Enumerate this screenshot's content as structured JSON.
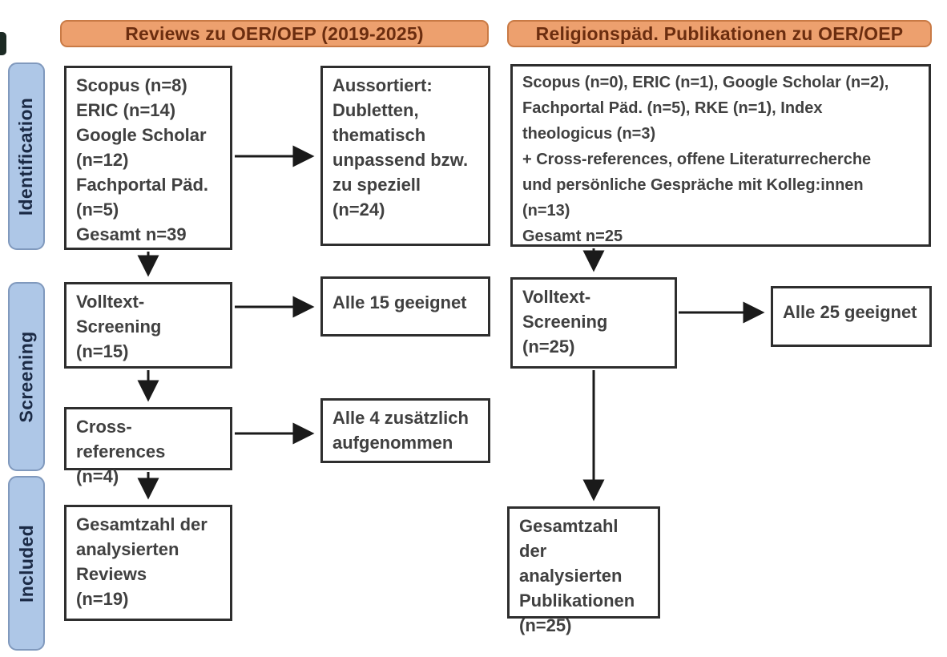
{
  "headers": {
    "left": "Reviews zu OER/OEP (2019-2025)",
    "right": "Religionspäd. Publikationen zu OER/OEP"
  },
  "stages": {
    "identification": "Identification",
    "screening": "Screening",
    "included": "Included"
  },
  "left_column": {
    "sources": [
      "Scopus (n=8)",
      "ERIC (n=14)",
      "Google Scholar",
      "(n=12)",
      "Fachportal Päd.",
      "(n=5)",
      "Gesamt n=39"
    ],
    "excluded": [
      "Aussortiert:",
      "Dubletten,",
      "thematisch",
      "unpassend bzw.",
      "zu speziell",
      "(n=24)"
    ],
    "fulltext_screening": [
      "Volltext-",
      "Screening",
      "(n=15)"
    ],
    "fulltext_result": "Alle 15 geeignet",
    "crossref": [
      "Cross-references",
      "(n=4)"
    ],
    "crossref_result": [
      "Alle 4 zusätzlich",
      "aufgenommen"
    ],
    "included_total": [
      "Gesamtzahl der",
      "analysierten",
      "Reviews",
      "(n=19)"
    ]
  },
  "right_column": {
    "sources": [
      "Scopus (n=0), ERIC (n=1), Google Scholar (n=2),",
      "Fachportal Päd. (n=5), RKE (n=1), Index",
      "theologicus (n=3)",
      "+ Cross-references, offene Literaturrecherche",
      "und persönliche Gespräche mit Kolleg:innen",
      "(n=13)",
      "Gesamt n=25"
    ],
    "fulltext_screening": [
      "Volltext-",
      "Screening",
      "(n=25)"
    ],
    "fulltext_result": "Alle 25 geeignet",
    "included_total": [
      "Gesamtzahl der",
      "analysierten",
      "Publikationen",
      "(n=25)"
    ]
  },
  "colors": {
    "header_fill": "#eda06e",
    "header_border": "#c97a45",
    "header_text": "#6b2d0f",
    "stage_fill": "#aec7e7",
    "stage_border": "#8099bd",
    "stage_text": "#1b2a45",
    "box_border": "#2e2e2e",
    "box_text": "#404040",
    "arrow": "#1a1a1a"
  }
}
